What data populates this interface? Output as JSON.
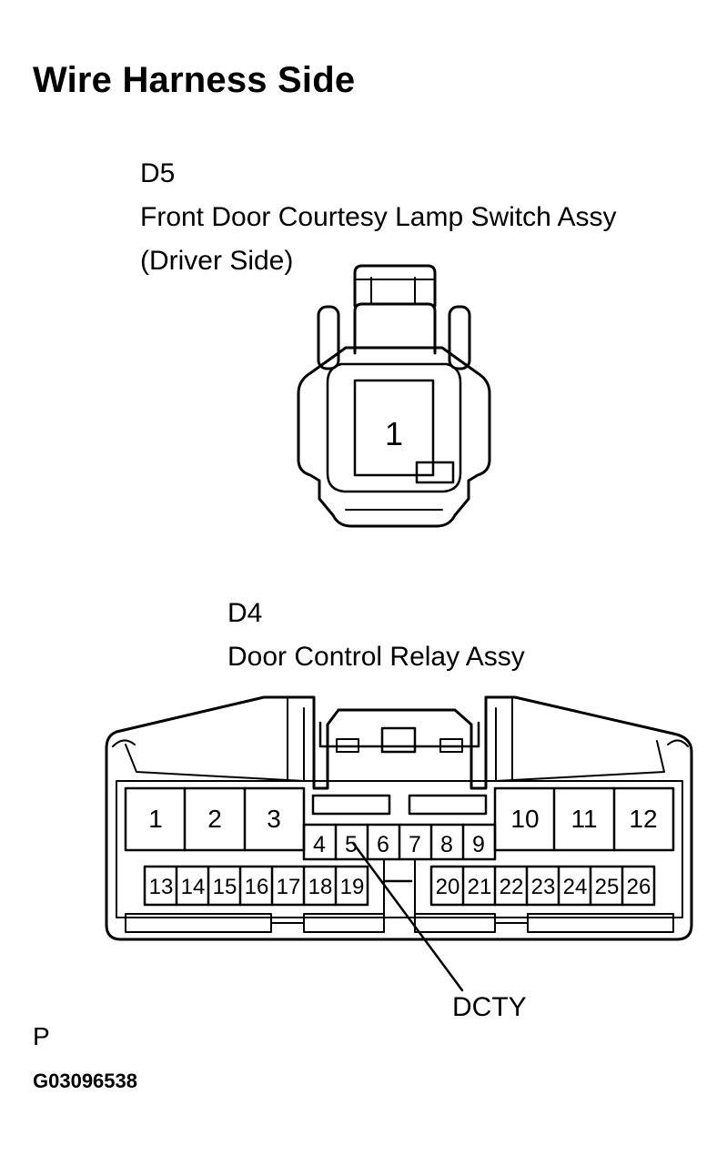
{
  "header": {
    "title": "Wire Harness Side"
  },
  "d5": {
    "code": "D5",
    "name": "Front Door Courtesy Lamp Switch Assy",
    "side": "(Driver Side)",
    "pins": [
      "1"
    ]
  },
  "d4": {
    "code": "D4",
    "name": "Door Control Relay Assy",
    "pins": [
      "1",
      "2",
      "3",
      "4",
      "5",
      "6",
      "7",
      "8",
      "9",
      "10",
      "11",
      "12",
      "13",
      "14",
      "15",
      "16",
      "17",
      "18",
      "19",
      "20",
      "21",
      "22",
      "23",
      "24",
      "25",
      "26"
    ],
    "callout": "DCTY"
  },
  "footer": {
    "mark": "P",
    "figure_id": "G03096538"
  }
}
